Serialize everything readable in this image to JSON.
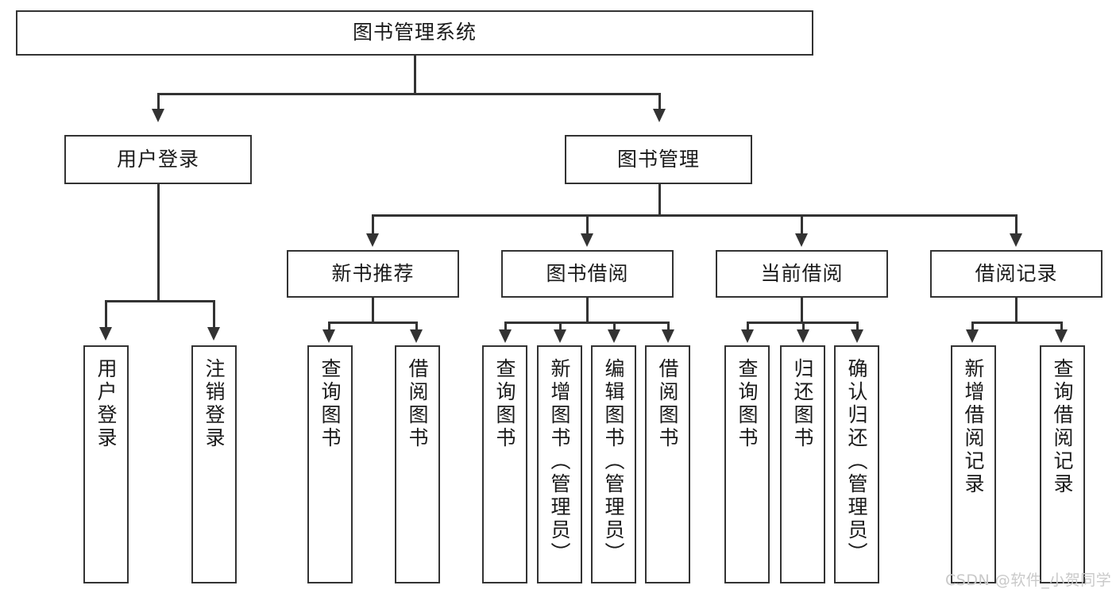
{
  "diagram": {
    "title": "图书管理系统",
    "type": "tree-hierarchy-chart",
    "colors": {
      "stroke": "#333333",
      "fill": "#ffffff",
      "text": "#1a1a1a",
      "watermark": "#c9c9c9",
      "background": "#ffffff"
    },
    "root": {
      "label": "图书管理系统"
    },
    "level2": [
      {
        "label": "用户登录"
      },
      {
        "label": "图书管理"
      }
    ],
    "level3": [
      {
        "label": "新书推荐"
      },
      {
        "label": "图书借阅"
      },
      {
        "label": "当前借阅"
      },
      {
        "label": "借阅记录"
      }
    ],
    "leaves": {
      "user_login": [
        {
          "label": "用户登录"
        },
        {
          "label": "注销登录"
        }
      ],
      "new_books": [
        {
          "label": "查询图书"
        },
        {
          "label": "借阅图书"
        }
      ],
      "book_borrow": [
        {
          "label": "查询图书"
        },
        {
          "label": "新增图书（管理员）"
        },
        {
          "label": "编辑图书（管理员）"
        },
        {
          "label": "借阅图书"
        }
      ],
      "current_borrow": [
        {
          "label": "查询图书"
        },
        {
          "label": "归还图书"
        },
        {
          "label": "确认归还（管理员）"
        }
      ],
      "borrow_records": [
        {
          "label": "新增借阅记录"
        },
        {
          "label": "查询借阅记录"
        }
      ]
    }
  },
  "watermark": {
    "text": "CSDN @软件_小贺同学"
  }
}
